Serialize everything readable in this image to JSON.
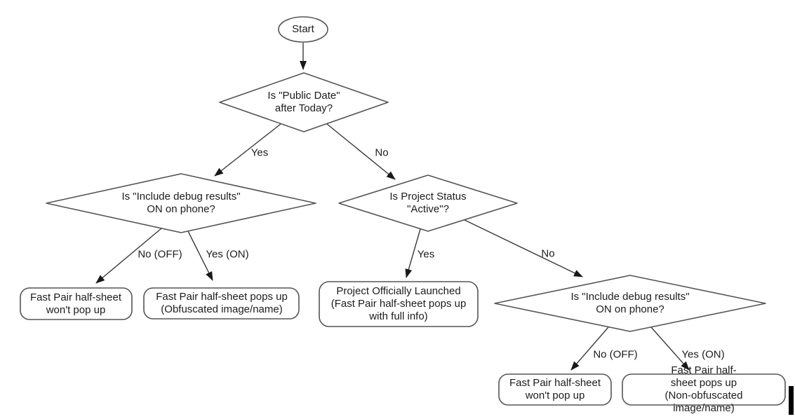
{
  "diagram": {
    "type": "flowchart",
    "colors": {
      "background": "#ffffff",
      "node_stroke": "#555555",
      "edge_stroke": "#3a3a3a",
      "arrowhead": "#191919",
      "text": "#1c1c1c",
      "cursor_bar": "#000000"
    },
    "nodes": {
      "start": {
        "shape": "ellipse",
        "label": "Start"
      },
      "q_public_date": {
        "shape": "diamond",
        "label": "Is \"Public Date\"\nafter Today?"
      },
      "q_debug_left": {
        "shape": "diamond",
        "label": "Is \"Include debug results\"\nON on phone?"
      },
      "q_status": {
        "shape": "diamond",
        "label": "Is Project Status\n\"Active\"?"
      },
      "q_debug_right": {
        "shape": "diamond",
        "label": "Is \"Include debug results\"\nON on phone?"
      },
      "r_no_popup_left": {
        "shape": "rounded-rect",
        "label": "Fast Pair half-sheet\nwon't pop up"
      },
      "r_obfuscated": {
        "shape": "rounded-rect",
        "label": "Fast Pair half-sheet pops up\n(Obfuscated image/name)"
      },
      "r_launched": {
        "shape": "rounded-rect",
        "label": "Project Officially Launched\n(Fast Pair half-sheet pops up\nwith full info)"
      },
      "r_no_popup_right": {
        "shape": "rounded-rect",
        "label": "Fast Pair half-sheet\nwon't pop up"
      },
      "r_non_obfuscated": {
        "shape": "rounded-rect",
        "label": "Fast Pair half-sheet pops up\n(Non-obfuscated image/name)"
      }
    },
    "edges": {
      "start_to_public_date": {
        "from": "start",
        "to": "q_public_date",
        "label": ""
      },
      "public_date_yes": {
        "from": "q_public_date",
        "to": "q_debug_left",
        "label": "Yes"
      },
      "public_date_no": {
        "from": "q_public_date",
        "to": "q_status",
        "label": "No"
      },
      "debug_left_no": {
        "from": "q_debug_left",
        "to": "r_no_popup_left",
        "label": "No (OFF)"
      },
      "debug_left_yes": {
        "from": "q_debug_left",
        "to": "r_obfuscated",
        "label": "Yes (ON)"
      },
      "status_yes": {
        "from": "q_status",
        "to": "r_launched",
        "label": "Yes"
      },
      "status_no": {
        "from": "q_status",
        "to": "q_debug_right",
        "label": "No"
      },
      "debug_right_no": {
        "from": "q_debug_right",
        "to": "r_no_popup_right",
        "label": "No (OFF)"
      },
      "debug_right_yes": {
        "from": "q_debug_right",
        "to": "r_non_obfuscated",
        "label": "Yes (ON)"
      }
    }
  }
}
